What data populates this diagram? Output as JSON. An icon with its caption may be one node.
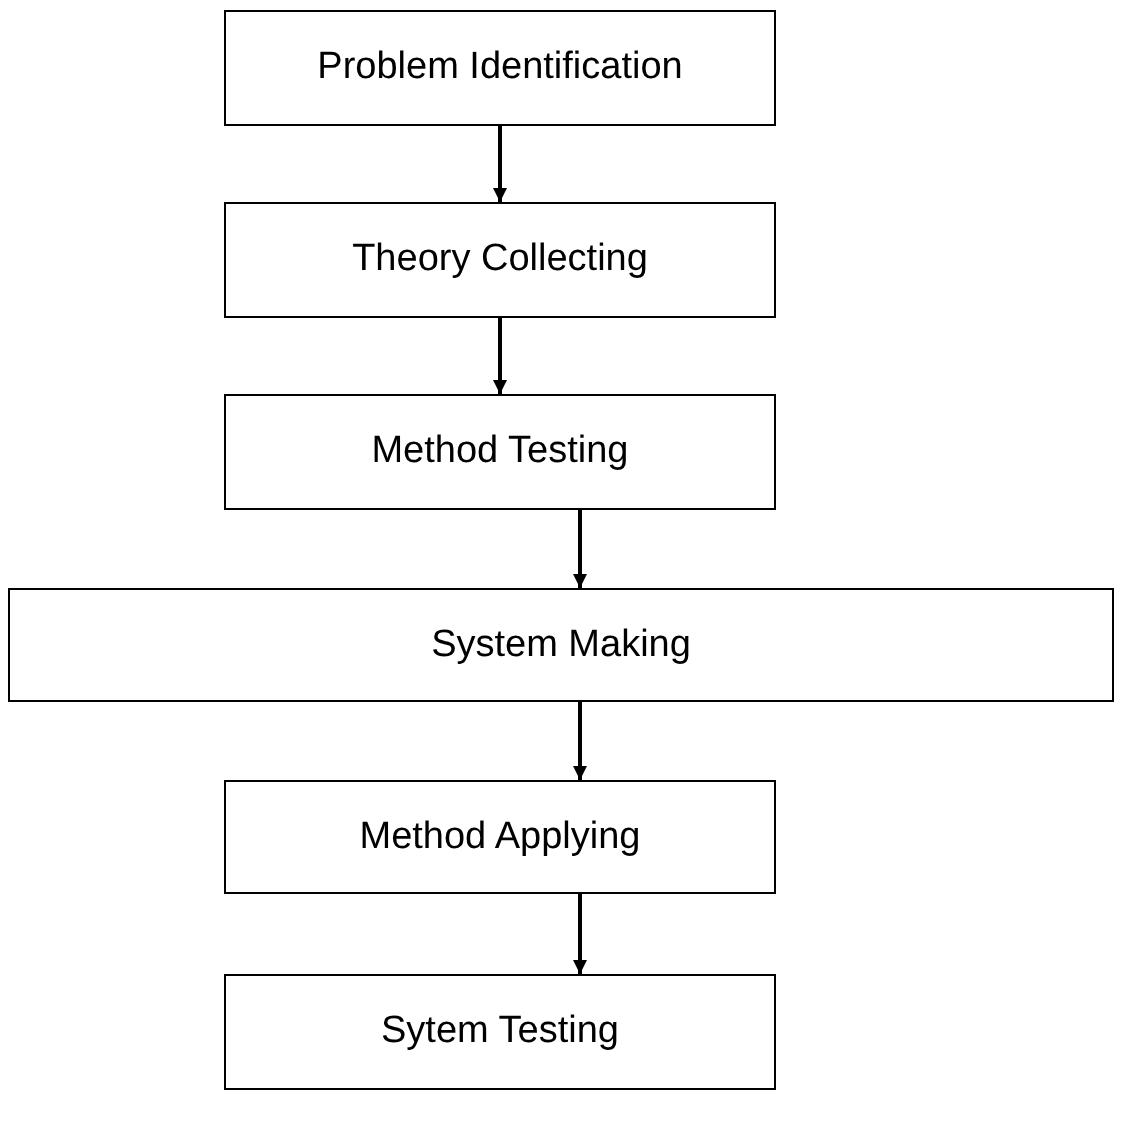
{
  "diagram": {
    "nodes": [
      {
        "text": [
          "Problem Identification"
        ]
      },
      {
        "text": [
          "Theory Collecting"
        ]
      },
      {
        "text": [
          "Method Testing"
        ]
      },
      {
        "text": [
          "System Making"
        ]
      },
      {
        "text": [
          "Method Applying"
        ]
      },
      {
        "text": [
          "Sytem Testing"
        ]
      }
    ],
    "edges": [
      {
        "from": 0,
        "to": 1,
        "arrow": "to"
      },
      {
        "from": 1,
        "to": 2,
        "arrow": "to"
      },
      {
        "from": 2,
        "to": 3,
        "arrow": "to"
      },
      {
        "from": 3,
        "to": 4,
        "arrow": "to"
      },
      {
        "from": 4,
        "to": 5,
        "arrow": "to"
      }
    ]
  }
}
